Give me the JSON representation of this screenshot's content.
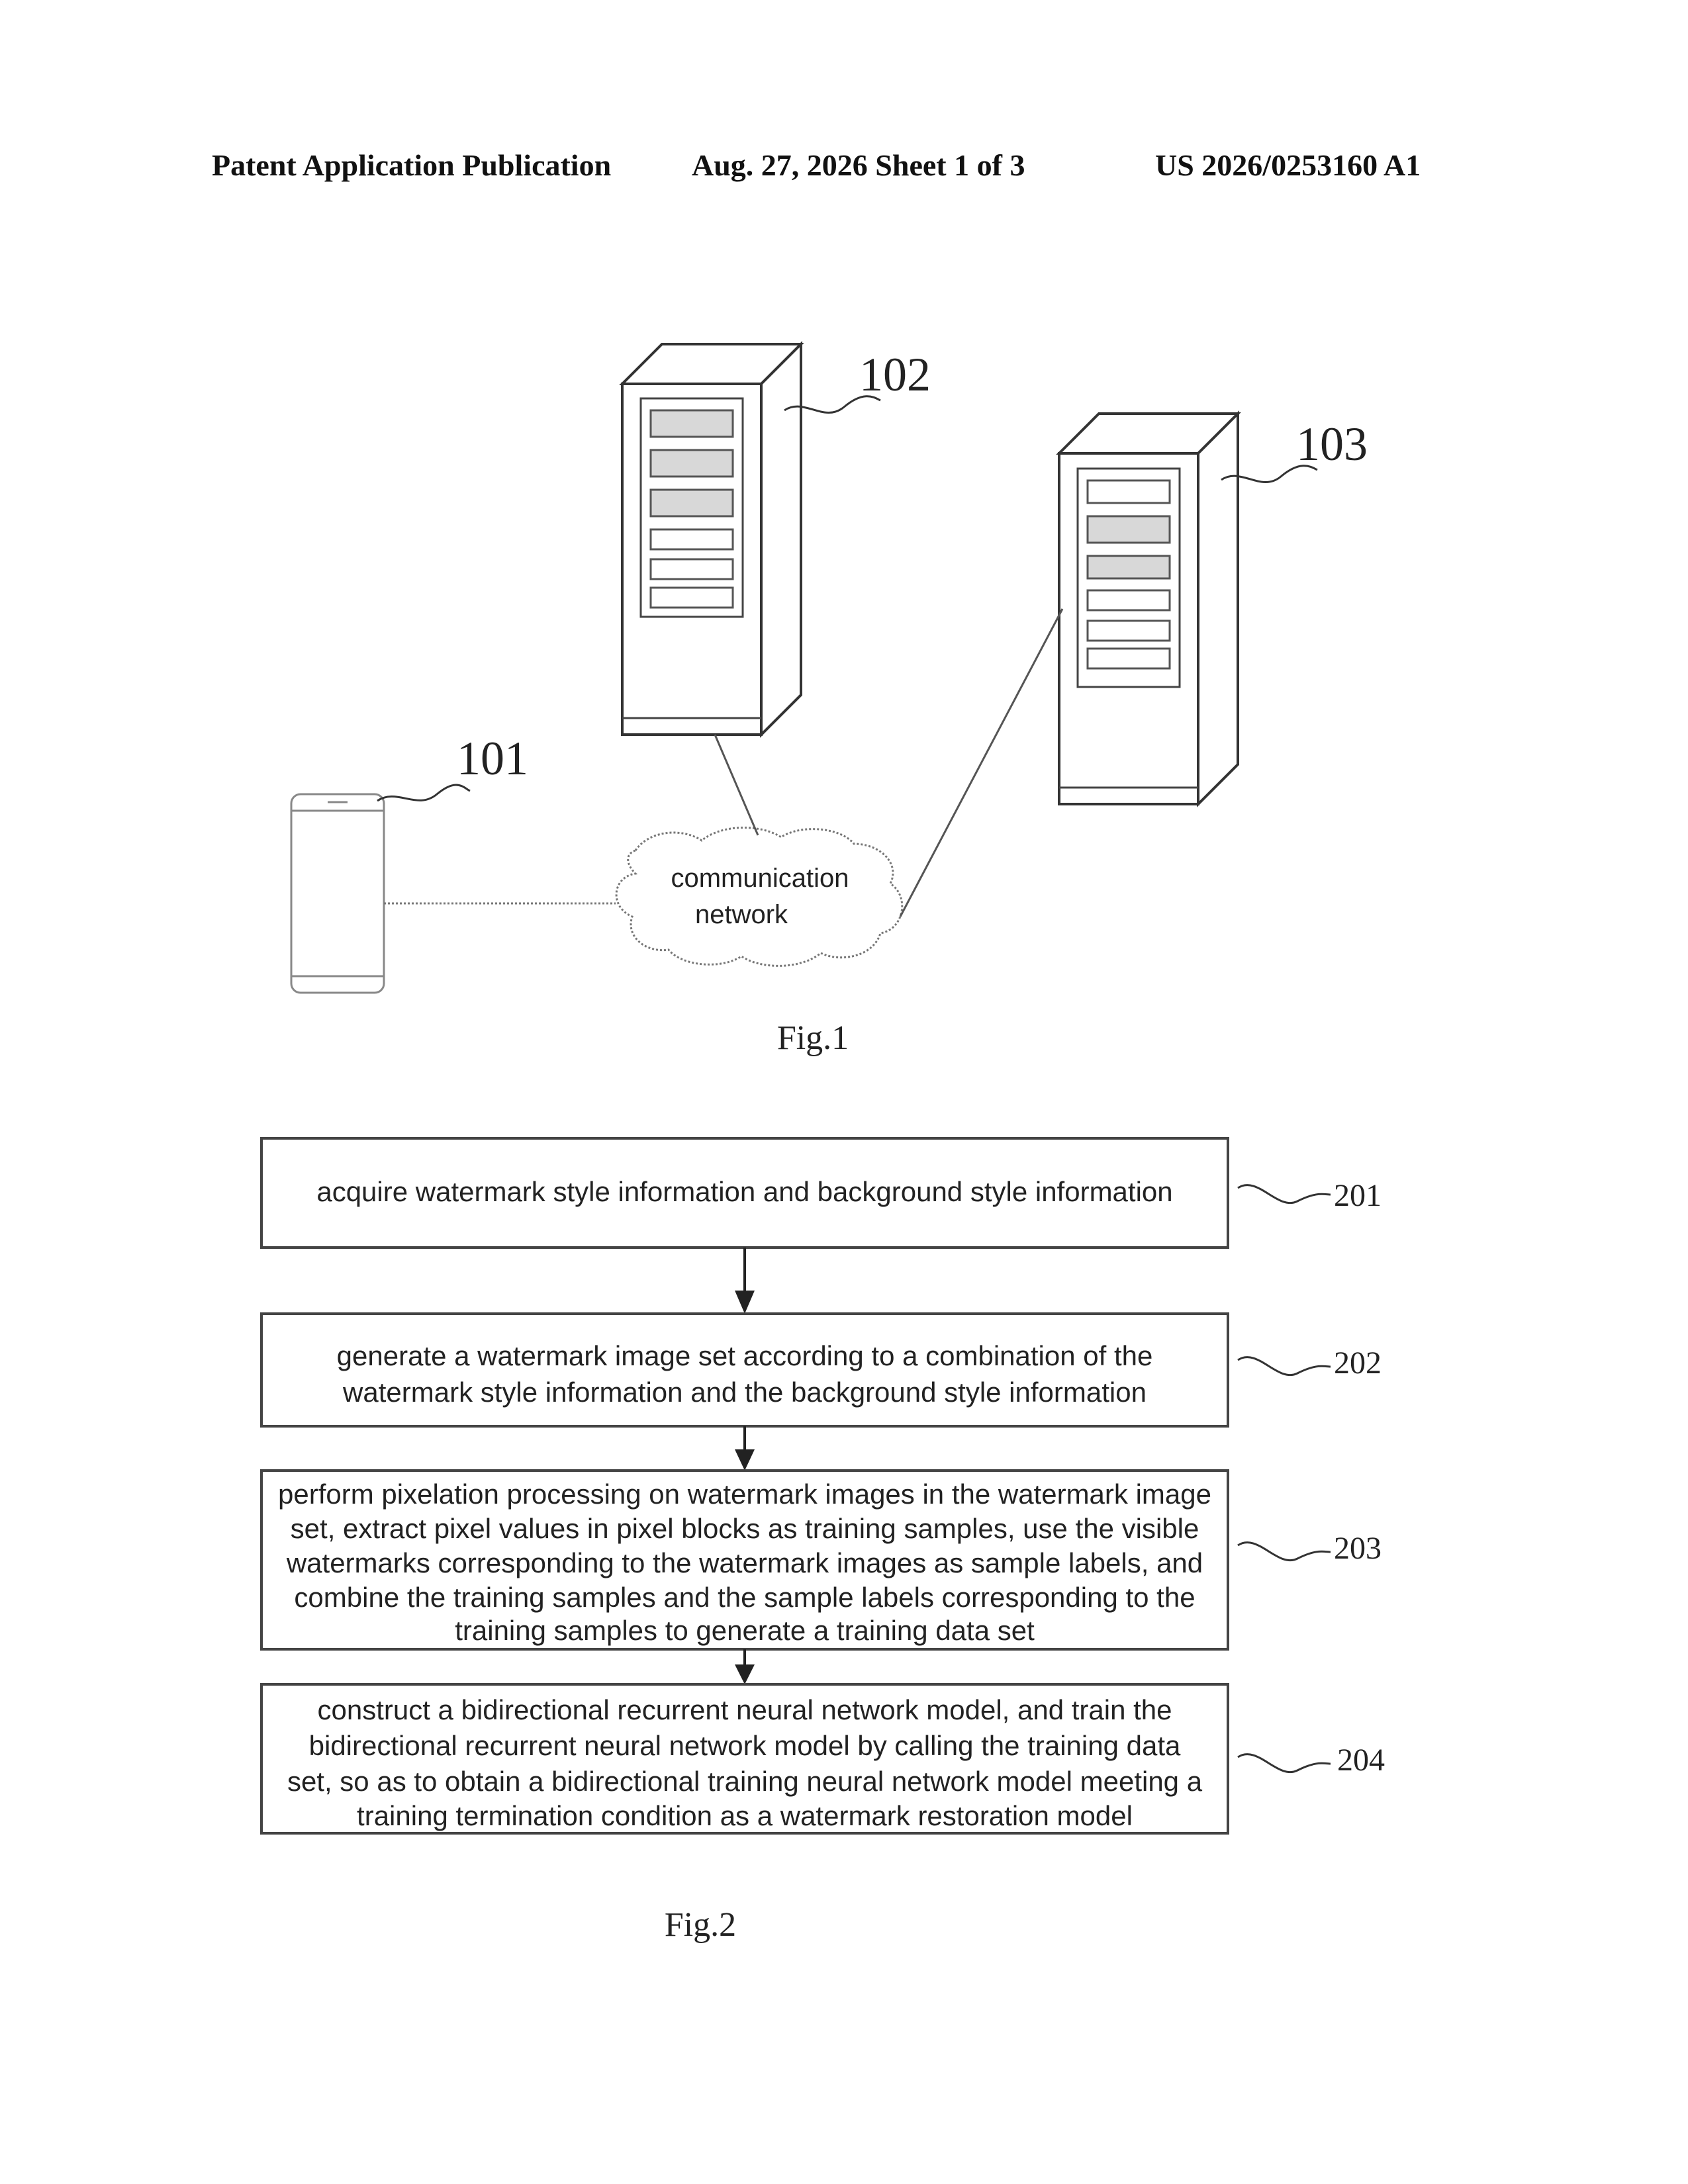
{
  "header": {
    "left": "Patent Application Publication",
    "middle": "Aug. 27, 2026  Sheet 1 of 3",
    "right": "US 2026/0253160 A1"
  },
  "fig1": {
    "caption": "Fig.1",
    "terminal_ref": "101",
    "server_a_ref": "102",
    "server_b_ref": "103",
    "network_line1": "communication",
    "network_line2": "network"
  },
  "fig2": {
    "caption": "Fig.2",
    "steps": [
      {
        "ref": "201",
        "lines": [
          "acquire watermark style information and background style information"
        ]
      },
      {
        "ref": "202",
        "lines": [
          "generate a watermark image set according to a combination of the",
          "watermark style information and the background style information"
        ]
      },
      {
        "ref": "203",
        "lines": [
          "perform pixelation processing on watermark images in the watermark image",
          "set, extract pixel values in pixel blocks as training samples, use the visible",
          "watermarks corresponding to the watermark images as sample labels, and",
          "combine the training samples and the sample labels corresponding to the",
          "training samples to generate a training data set"
        ]
      },
      {
        "ref": "204",
        "lines": [
          "construct a bidirectional recurrent neural network model, and train the",
          "bidirectional recurrent neural network model by calling the training data",
          "set, so as to obtain a bidirectional training neural network model meeting a",
          "training termination condition as a watermark restoration model"
        ]
      }
    ]
  }
}
